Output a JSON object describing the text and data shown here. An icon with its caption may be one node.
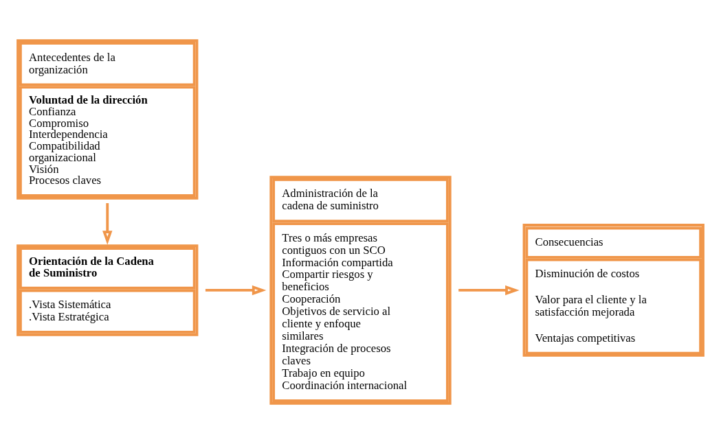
{
  "diagram": {
    "nodes": [
      {
        "text": [
          "Orientación de la Cadena de Suministro",
          ".Vista Sistemática",
          ".Vista Estratégica"
        ]
      },
      {
        "text": [
          "Administración de la cadena de suministro",
          "Tres o más empresas contiguos con un SCO",
          "Información compartida",
          "Compartir riesgos y beneficios",
          "Cooperación",
          "Objetivos de servicio al cliente y enfoque similares",
          "Integración de procesos claves",
          "Trabajo en equipo",
          "Coordinación internacional"
        ]
      },
      {
        "text": [
          "Consecuencias",
          "Disminución de costos",
          "Valor para el cliente y la satisfacción mejorada",
          "Ventajas competitivas"
        ]
      },
      {
        "text": [
          "Antecedentes de la organización",
          "Voluntad de la dirección",
          "Confianza",
          "Compromiso",
          "Interdependencia",
          "Compatibilidad organizacional",
          "Visión",
          "Procesos claves"
        ]
      }
    ],
    "edges": [
      {
        "from": 3,
        "to": 0,
        "arrow": "to"
      },
      {
        "from": 0,
        "to": 1,
        "arrow": "to"
      },
      {
        "from": 1,
        "to": 2,
        "arrow": "to"
      }
    ]
  }
}
